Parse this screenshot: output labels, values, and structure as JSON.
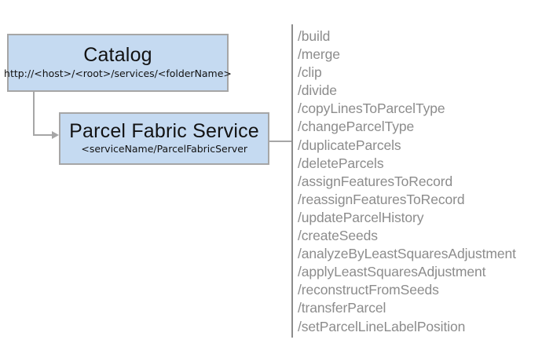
{
  "colors": {
    "box_fill": "#c5daf1",
    "box_border": "#a6a6a6",
    "connector": "#a6a6a6",
    "divider": "#8c8c8c",
    "endpoint_text": "#8c8c8c",
    "title_text": "#121212"
  },
  "diagram": {
    "catalog_box": {
      "title": "Catalog",
      "subtitle": "http://<host>/<root>/services/<folderName>"
    },
    "service_box": {
      "title": "Parcel Fabric Service",
      "subtitle": "<serviceName/ParcelFabricServer"
    },
    "endpoints": [
      "/build",
      "/merge",
      "/clip",
      "/divide",
      "/copyLinesToParcelType",
      "/changeParcelType",
      "/duplicateParcels",
      "/deleteParcels",
      "/assignFeaturesToRecord",
      "/reassignFeaturesToRecord",
      "/updateParcelHistory",
      "/createSeeds",
      "/analyzeByLeastSquaresAdjustment",
      "/applyLeastSquaresAdjustment",
      "/reconstructFromSeeds",
      "/transferParcel",
      "/setParcelLineLabelPosition"
    ]
  }
}
